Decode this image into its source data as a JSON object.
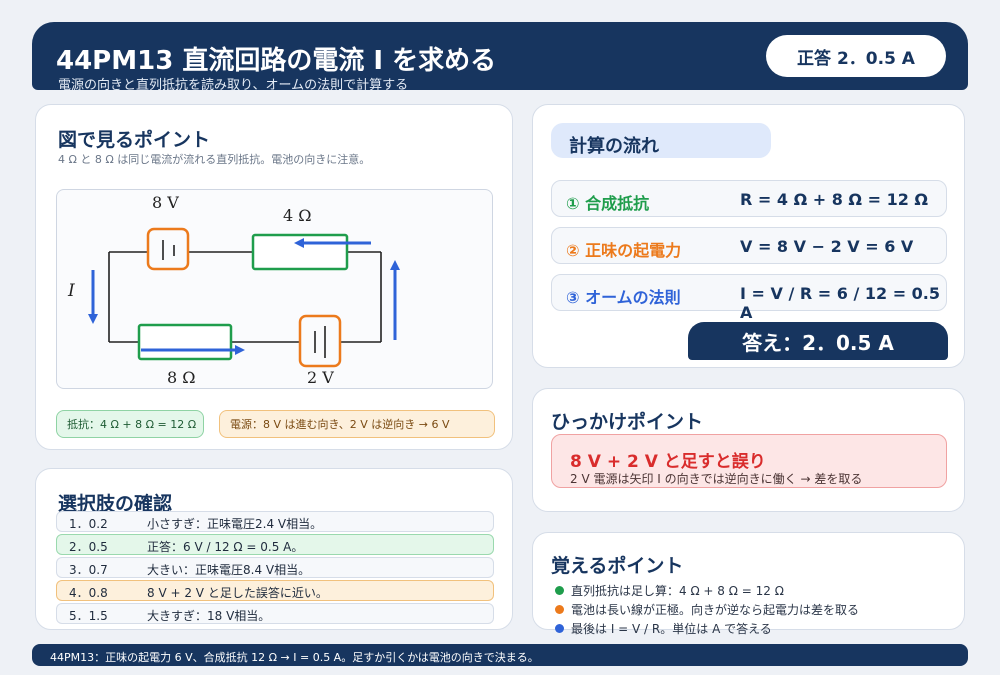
{
  "header": {
    "title": "44PM13 直流回路の電流 I を求める",
    "subtitle": "電源の向きと直列抵抗を読み取り、オームの法則で計算する",
    "answer_pill": "正答 2．0.5 A"
  },
  "figure_card": {
    "title": "図で見るポイント",
    "subtitle": "4 Ω と 8 Ω は同じ電流が流れる直列抵抗。電池の向きに注意。",
    "labels": {
      "battery_top": "8 V",
      "resistor_top": "4 Ω",
      "current": "I",
      "resistor_bottom": "8 Ω",
      "battery_bottom": "2 V"
    },
    "chip_resistance": "抵抗：4 Ω + 8 Ω = 12 Ω",
    "chip_source": "電源：8 V は進む向き、2 V は逆向き → 6 V"
  },
  "options_card": {
    "title": "選択肢の確認",
    "options": [
      {
        "num": "1．0.2",
        "text": "小さすぎ：正味電圧2.4 V相当。"
      },
      {
        "num": "2．0.5",
        "text": "正答：6 V / 12 Ω = 0.5 A。"
      },
      {
        "num": "3．0.7",
        "text": "大きい：正味電圧8.4 V相当。"
      },
      {
        "num": "4．0.8",
        "text": "8 V + 2 V と足した誤答に近い。"
      },
      {
        "num": "5．1.5",
        "text": "大きすぎ：18 V相当。"
      }
    ]
  },
  "calc_card": {
    "title": "計算の流れ",
    "steps": [
      {
        "label": "① 合成抵抗",
        "eq": "R = 4 Ω + 8 Ω = 12 Ω",
        "color": "#1f9d4c"
      },
      {
        "label": "② 正味の起電力",
        "eq": "V = 8 V − 2 V = 6 V",
        "color": "#ec7a1c"
      },
      {
        "label": "③ オームの法則",
        "eq": "I = V / R = 6 / 12 = 0.5 A",
        "color": "#2f63d8"
      }
    ],
    "answer": "答え：2．0.5 A"
  },
  "trap_card": {
    "title": "ひっかけポイント",
    "main": "8 V + 2 V と足すと誤り",
    "sub": "2 V 電源は矢印 I の向きでは逆向きに働く → 差を取る"
  },
  "remember_card": {
    "title": "覚えるポイント",
    "bullets": [
      {
        "text": "直列抵抗は足し算：4 Ω + 8 Ω = 12 Ω",
        "color": "#1f9d4c"
      },
      {
        "text": "電池は長い線が正極。向きが逆なら起電力は差を取る",
        "color": "#ec7a1c"
      },
      {
        "text": "最後は I = V / R。単位は A で答える",
        "color": "#2f63d8"
      }
    ]
  },
  "footer": "44PM13：正味の起電力 6 V、合成抵抗 12 Ω → I = 0.5 A。足すか引くかは電池の向きで決まる。",
  "colors": {
    "navy": "#17355f",
    "green": "#1f9d4c",
    "orange": "#ec7a1c",
    "blue": "#2f63d8",
    "red": "#d92c2c"
  }
}
